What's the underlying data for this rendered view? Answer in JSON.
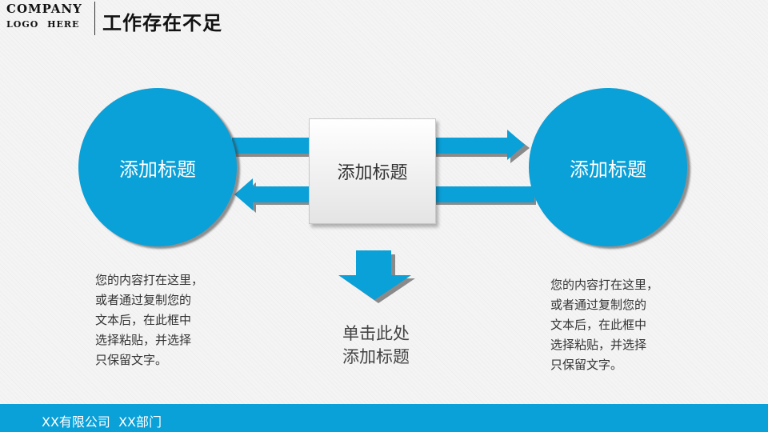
{
  "header": {
    "logo_line1": "COMPANY",
    "logo_line2": "LOGO HERE",
    "title": "工作存在不足"
  },
  "diagram": {
    "left_circle_label": "添加标题",
    "center_box_label": "添加标题",
    "right_circle_label": "添加标题",
    "left_text": [
      "您的内容打在这里，",
      "或者通过复制您的",
      "文本后，在此框中",
      "选择粘贴，并选择",
      "只保留文字。"
    ],
    "right_text": [
      "您的内容打在这里，",
      "或者通过复制您的",
      "文本后，在此框中",
      "选择粘贴，并选择",
      "只保留文字。"
    ],
    "center_caption": [
      "单击此处",
      "添加标题"
    ]
  },
  "footer": {
    "text": "XX有限公司  XX部门"
  },
  "colors": {
    "accent": "#0aa0d8",
    "background": "#f4f4f4"
  }
}
